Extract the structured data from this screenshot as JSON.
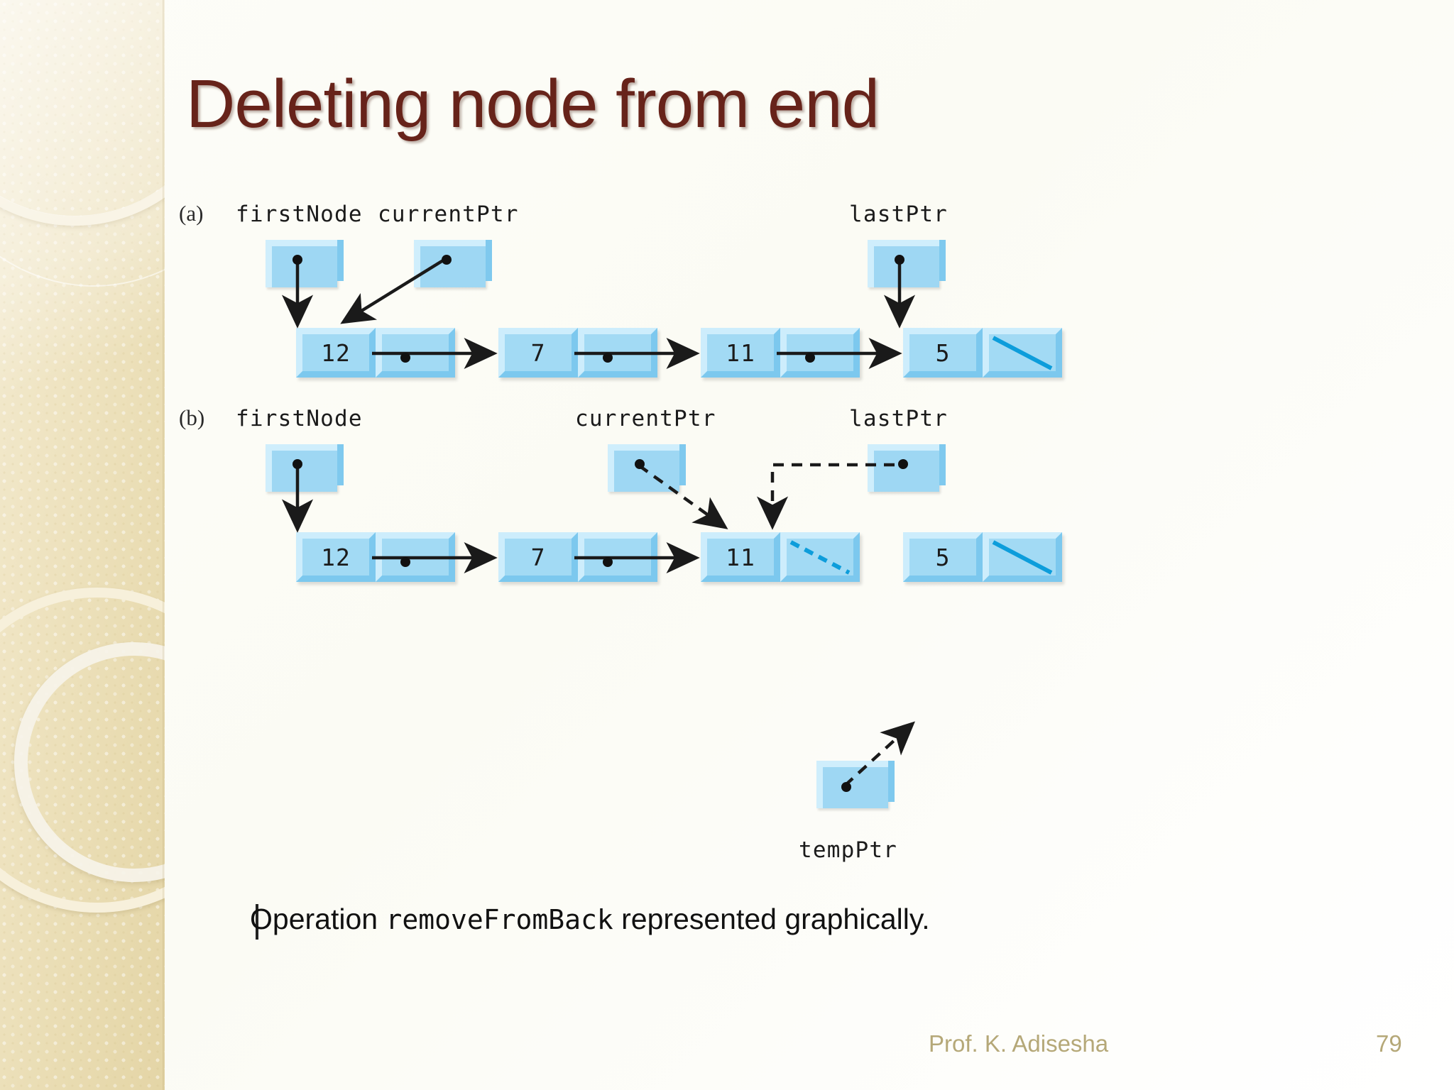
{
  "slide": {
    "title": "Deleting node from end",
    "title_color": "#67231a",
    "accent_node_color": "#a2daf4",
    "footer": {
      "author": "Prof. K. Adisesha",
      "page": "79",
      "color": "#b5a878"
    },
    "caption": {
      "prefix": "Operation ",
      "code": "removeFromBack",
      "suffix": " represented graphically."
    }
  },
  "figure": {
    "rows": [
      {
        "id": "a",
        "row_label": "(a)",
        "pointers": [
          {
            "name": "firstNode",
            "label": "firstNode"
          },
          {
            "name": "currentPtr",
            "label": "currentPtr"
          },
          {
            "name": "lastPtr",
            "label": "lastPtr"
          }
        ],
        "nodes": [
          {
            "value": "12",
            "next": "link"
          },
          {
            "value": "7",
            "next": "link"
          },
          {
            "value": "11",
            "next": "link"
          },
          {
            "value": "5",
            "next": "null-solid"
          }
        ]
      },
      {
        "id": "b",
        "row_label": "(b)",
        "pointers": [
          {
            "name": "firstNode",
            "label": "firstNode"
          },
          {
            "name": "currentPtr",
            "label": "currentPtr"
          },
          {
            "name": "lastPtr",
            "label": "lastPtr"
          },
          {
            "name": "tempPtr",
            "label": "tempPtr"
          }
        ],
        "nodes": [
          {
            "value": "12",
            "next": "link"
          },
          {
            "value": "7",
            "next": "link"
          },
          {
            "value": "11",
            "next": "null-dashed"
          },
          {
            "value": "5",
            "next": "null-solid"
          }
        ]
      }
    ]
  }
}
